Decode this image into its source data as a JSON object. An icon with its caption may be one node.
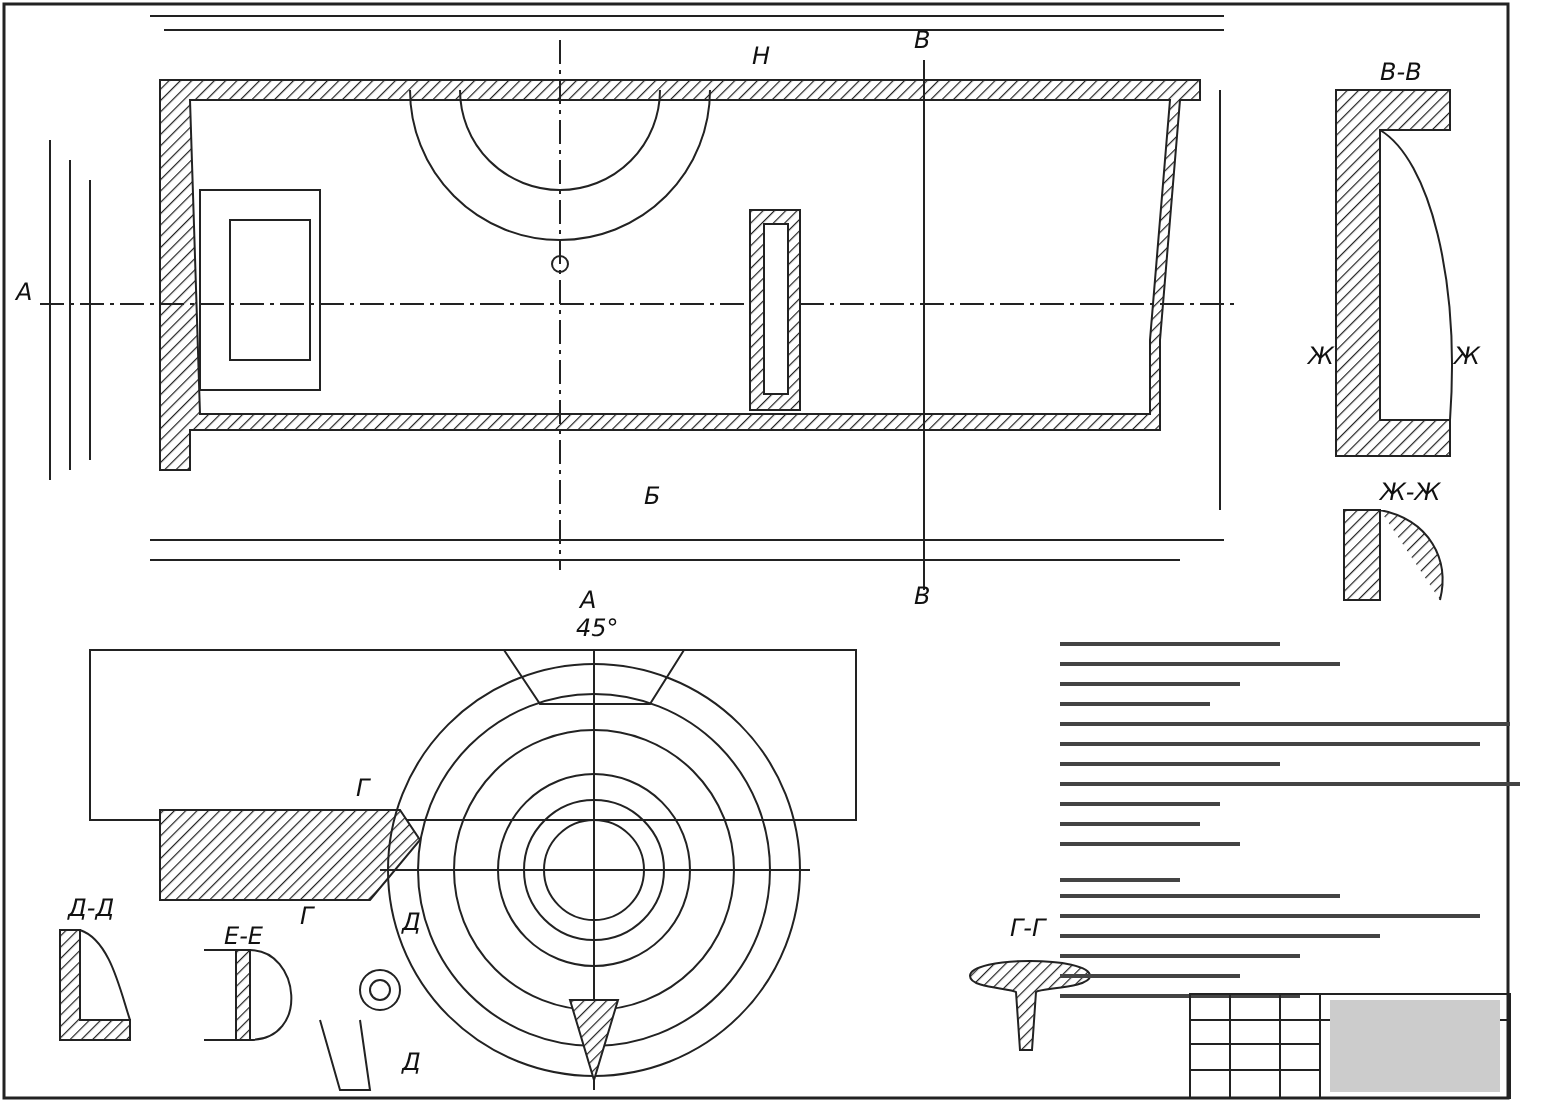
{
  "diagram": {
    "labels": [
      "А",
      "Н",
      "В",
      "Б",
      "В",
      "В-В",
      "Ж",
      "Ж",
      "Ж-Ж",
      "А",
      "45°",
      "Г",
      "Г",
      "Д-Д",
      "Е-Е",
      "Д",
      "Д",
      "Г-Г"
    ]
  }
}
